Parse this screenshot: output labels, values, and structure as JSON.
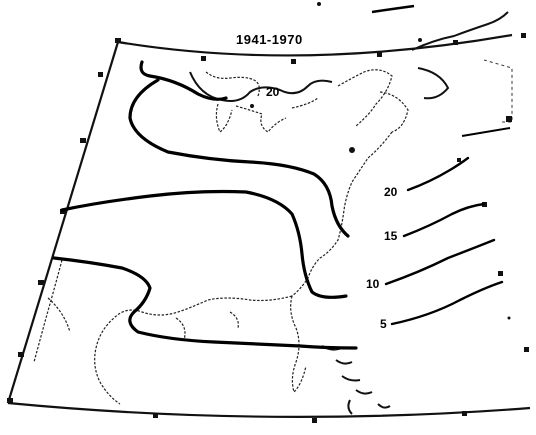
{
  "map": {
    "period_label": "1941-1970",
    "contour_labels": {
      "c20_north": "20",
      "c20_east": "20",
      "c15": "15",
      "c10": "10",
      "c5": "5"
    }
  }
}
